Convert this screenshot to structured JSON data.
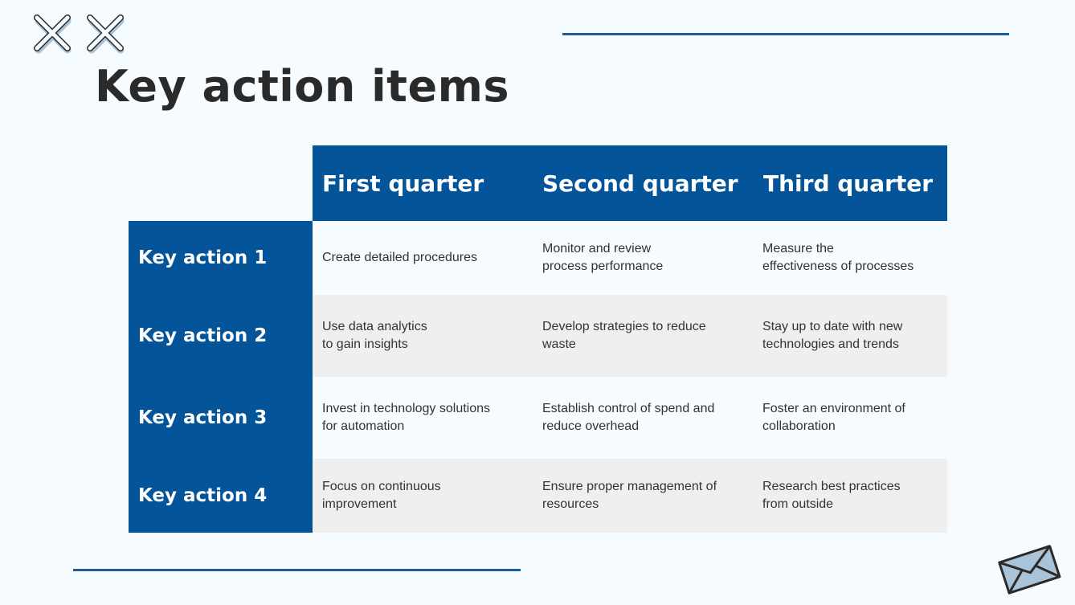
{
  "slide": {
    "title": "Key action items",
    "colors": {
      "background": "#f5fbfe",
      "primary_blue": "#035498",
      "line_blue": "#1f5d92",
      "row_gray": "#efefef",
      "title_text": "#2a2a2a",
      "body_text": "#333333"
    },
    "decorations": {
      "top_left": [
        "x-mark-icon",
        "x-mark-icon"
      ],
      "bottom_right": "envelope-icon"
    }
  },
  "table": {
    "columns": [
      "First quarter",
      "Second quarter",
      "Third quarter"
    ],
    "rows": [
      {
        "label": "Key action 1",
        "cells": [
          "Create detailed procedures",
          "Monitor and review\nprocess performance",
          "Measure the\neffectiveness of processes"
        ]
      },
      {
        "label": "Key action 2",
        "cells": [
          "Use data analytics\nto gain insights",
          "Develop strategies to reduce\nwaste",
          "Stay up to date with new\ntechnologies and trends"
        ]
      },
      {
        "label": "Key action 3",
        "cells": [
          "Invest in technology solutions\nfor automation",
          "Establish control of spend and\nreduce overhead",
          "Foster an environment of\ncollaboration"
        ]
      },
      {
        "label": "Key action 4",
        "cells": [
          "Focus on continuous\nimprovement",
          "Ensure proper management of\nresources",
          "Research best practices\nfrom outside"
        ]
      }
    ]
  }
}
